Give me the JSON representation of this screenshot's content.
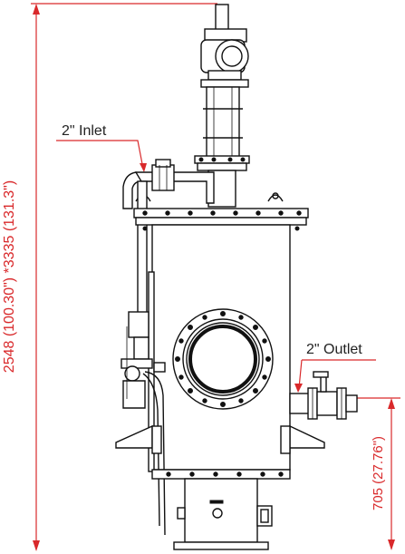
{
  "labels": {
    "inlet": "2\" Inlet",
    "outlet": "2\" Outlet"
  },
  "dimensions": {
    "overall_height": "2548 (100.30\")  *3335 (131.3\")",
    "outlet_height": "705 (27.76\")"
  },
  "colors": {
    "dimension": "#d9292b",
    "drawing": "#111111",
    "callout": "#222222"
  }
}
